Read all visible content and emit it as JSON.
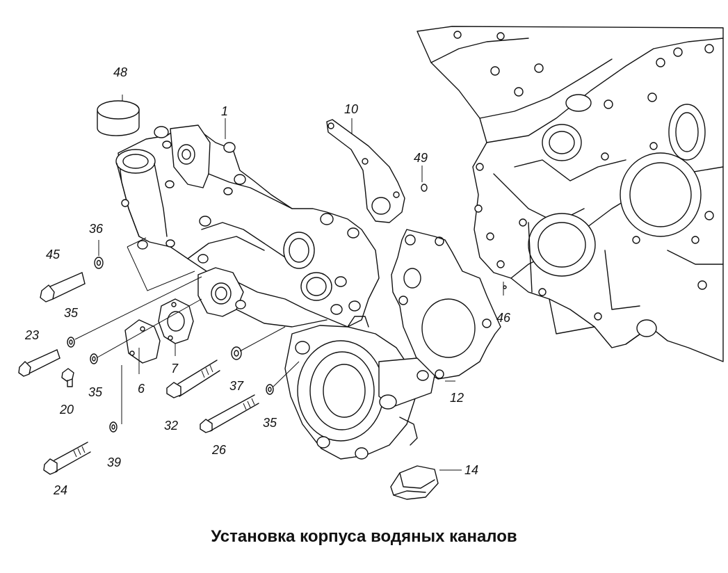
{
  "caption": "Установка корпуса водяных каналов",
  "callouts": [
    {
      "id": "48",
      "label": "48"
    },
    {
      "id": "1",
      "label": "1"
    },
    {
      "id": "10",
      "label": "10"
    },
    {
      "id": "49",
      "label": "49"
    },
    {
      "id": "36",
      "label": "36"
    },
    {
      "id": "45",
      "label": "45"
    },
    {
      "id": "35a",
      "label": "35"
    },
    {
      "id": "23",
      "label": "23"
    },
    {
      "id": "35b",
      "label": "35"
    },
    {
      "id": "20",
      "label": "20"
    },
    {
      "id": "6",
      "label": "6"
    },
    {
      "id": "7",
      "label": "7"
    },
    {
      "id": "37",
      "label": "37"
    },
    {
      "id": "32",
      "label": "32"
    },
    {
      "id": "35c",
      "label": "35"
    },
    {
      "id": "26",
      "label": "26"
    },
    {
      "id": "39",
      "label": "39"
    },
    {
      "id": "24",
      "label": "24"
    },
    {
      "id": "12",
      "label": "12"
    },
    {
      "id": "46",
      "label": "46"
    },
    {
      "id": "14",
      "label": "14"
    }
  ]
}
